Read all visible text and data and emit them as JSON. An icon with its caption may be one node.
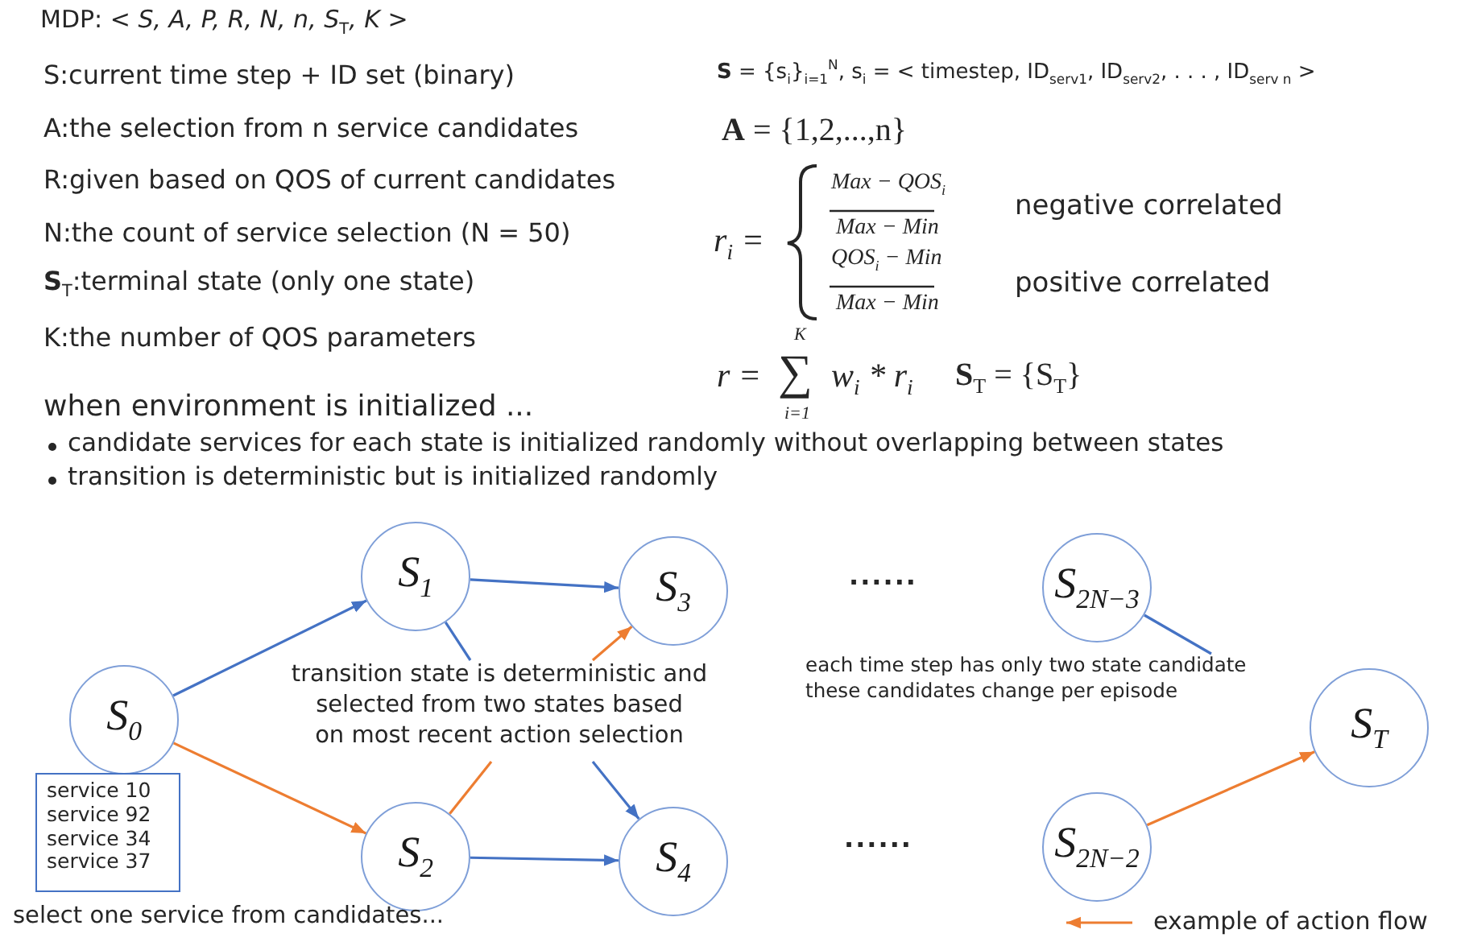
{
  "diagram": {
    "nodes": [
      {
        "text": [
          "S$_{0}$"
        ]
      },
      {
        "text": [
          "S$_{1}$"
        ]
      },
      {
        "text": [
          "S$_{2}$"
        ]
      },
      {
        "text": [
          "S$_{3}$"
        ]
      },
      {
        "text": [
          "S$_{4}$"
        ]
      },
      {
        "text": [
          "S$_{2N−3}$"
        ]
      },
      {
        "text": [
          "S$_{2N−2}$"
        ]
      },
      {
        "text": [
          "S$_{T}$"
        ]
      },
      {
        "text": [
          "service 10",
          "service 92",
          "service 34",
          "service 37"
        ],
        "beside": [
          "select one service from candidates..."
        ]
      },
      {
        "text": [
          "transition state is deterministic and selected from two states based on most recent action selection"
        ]
      },
      {
        "text": [
          "each time step has only two state candidate these candidates change per episode"
        ]
      }
    ],
    "edges": [
      {
        "from": 0,
        "to": 1,
        "arrow": "to"
      },
      {
        "from": 0,
        "to": 2,
        "arrow": "to",
        "color": "#ed7d31"
      },
      {
        "from": 1,
        "to": 3,
        "arrow": "to"
      },
      {
        "from": 1,
        "to": 9,
        "arrow": "none"
      },
      {
        "from": 9,
        "to": 4,
        "arrow": "to"
      },
      {
        "from": 2,
        "to": 9,
        "arrow": "none",
        "color": "#ed7d31"
      },
      {
        "from": 9,
        "to": 3,
        "arrow": "to",
        "color": "#ed7d31"
      },
      {
        "from": 2,
        "to": 4,
        "arrow": "to"
      },
      {
        "from": 5,
        "to": 10,
        "arrow": "none"
      },
      {
        "from": 6,
        "to": 7,
        "arrow": "to",
        "color": "#ed7d31"
      }
    ],
    "labels": [
      "MDP: *< S, A, P, R, N, n, S*$_{T}$*, K >*",
      "S:current time step + ID set (binary)",
      "A:the selection from n service candidates",
      "R:given based on QOS of current candidates",
      "N:the count of service selection (N = 50)",
      "**S**$_{T}$:terminal state (only one state)",
      "K:the number of QOS parameters",
      "**S** = {s$_{i}$}$_{i=1}$$^{N}$, s$_{i}$ = < timestep, ID$_{serv1}$, ID$_{serv2}$, . . . , ID$_{serv n}$ >",
      "**A** = {1,2,...,n}",
      "r$_{i}$ =",
      "Max − QOS$_{i}$",
      "Max − Min",
      "negative correlated",
      "QOS$_{i}$ − Min",
      "Max − Min",
      "positive correlated",
      "r =",
      "K",
      "∑",
      "i=1",
      "w$_{i}$ * r$_{i}$",
      "**S**$_{T}$ = {S$_{T}$}",
      "when environment is initialized ...",
      "candidate services for each state is initialized randomly without overlapping between states",
      "transition is deterministic but is initialized randomly",
      "......",
      "......"
    ],
    "legend": [
      {
        "text": "example of action flow"
      }
    ]
  }
}
